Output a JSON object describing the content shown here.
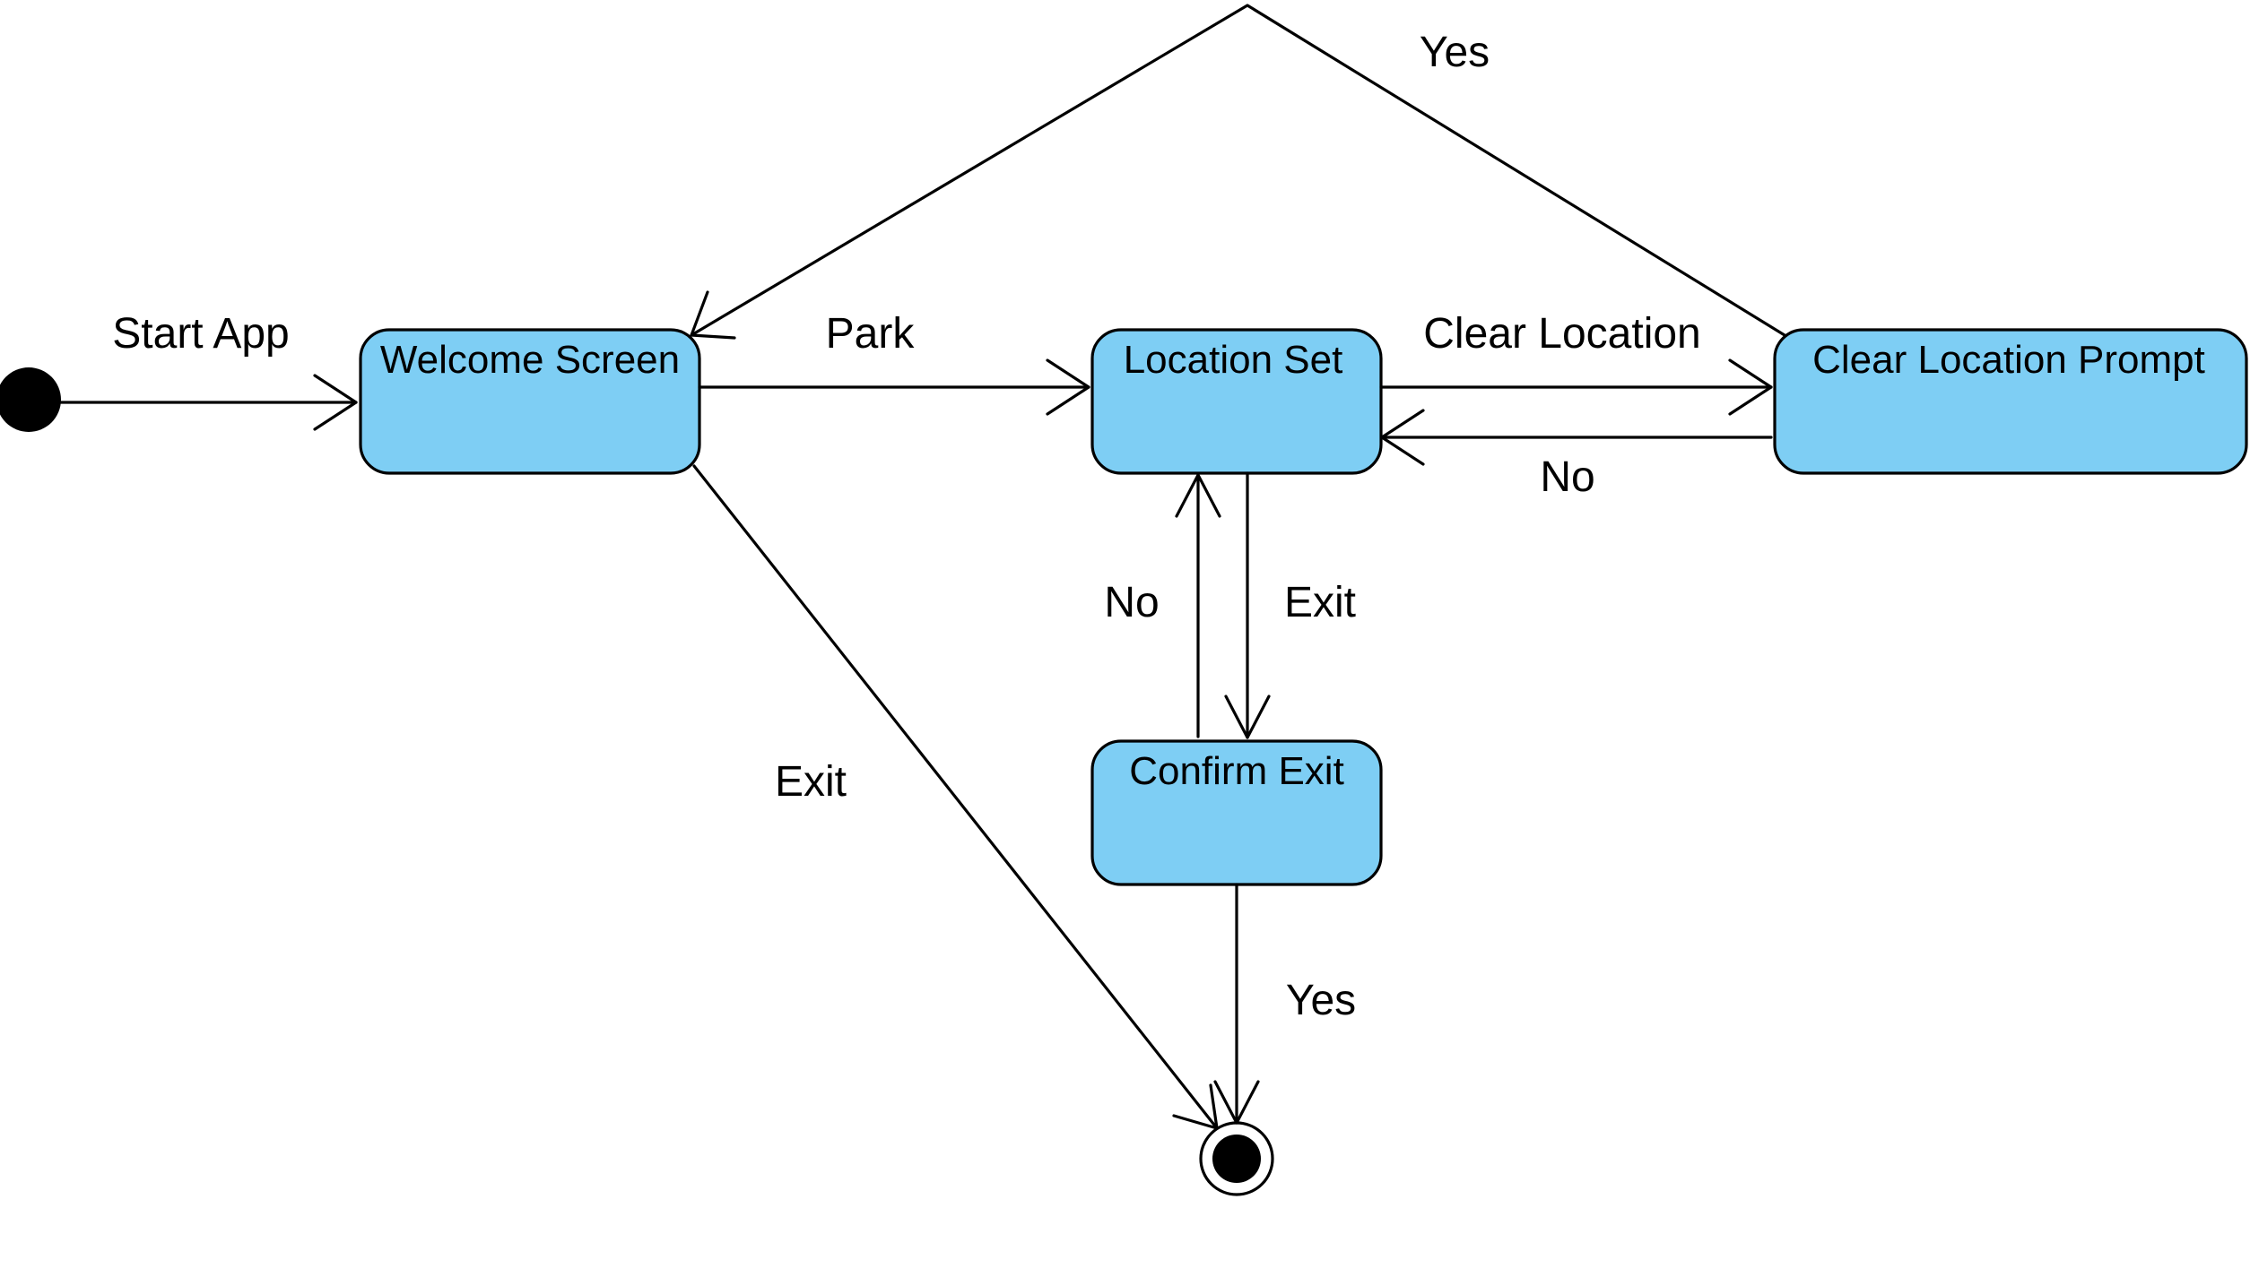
{
  "colors": {
    "state_fill": "#7ecef4",
    "stroke": "#000000",
    "background": "#ffffff"
  },
  "states": {
    "welcome": "Welcome Screen",
    "location_set": "Location Set",
    "clear_prompt": "Clear Location Prompt",
    "confirm_exit": "Confirm Exit"
  },
  "transitions": {
    "start_app": "Start App",
    "park": "Park",
    "clear_location": "Clear Location",
    "no_prompt_to_location": "No",
    "yes_prompt_to_welcome": "Yes",
    "exit_location_to_confirm": "Exit",
    "no_confirm_to_location": "No",
    "exit_welcome_to_final": "Exit",
    "yes_confirm_to_final": "Yes"
  }
}
